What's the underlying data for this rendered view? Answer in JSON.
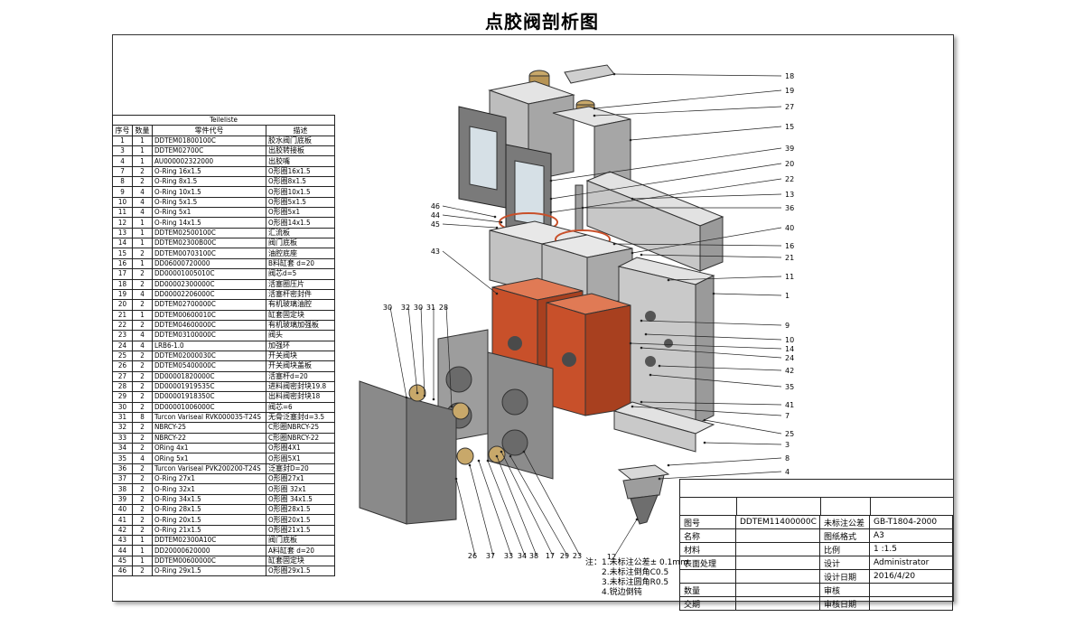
{
  "title": "点胶阀剖析图",
  "parts_table": {
    "caption": "Teileliste",
    "headers": [
      "序号",
      "数量",
      "零件代号",
      "描述"
    ],
    "rows": [
      [
        "1",
        "1",
        "DDTEM01800100C",
        "胶水阀门底板"
      ],
      [
        "3",
        "1",
        "DDTEM02700C",
        "出胶转接板"
      ],
      [
        "4",
        "1",
        "AU000002322000",
        "出胶嘴"
      ],
      [
        "7",
        "2",
        "O-Ring 16x1.5",
        "O形圈16x1.5"
      ],
      [
        "8",
        "2",
        "O-Ring 8x1.5",
        "O形圈8x1.5"
      ],
      [
        "9",
        "4",
        "O-Ring 10x1.5",
        "O形圈10x1.5"
      ],
      [
        "10",
        "4",
        "O-Ring 5x1.5",
        "O形圈5x1.5"
      ],
      [
        "11",
        "4",
        "O-Ring 5x1",
        "O形圈5x1"
      ],
      [
        "12",
        "1",
        "O-Ring 14x1.5",
        "O形圈14x1.5"
      ],
      [
        "13",
        "1",
        "DDTEM02500100C",
        "汇流板"
      ],
      [
        "14",
        "1",
        "DDTEM02300B00C",
        "阀门底板"
      ],
      [
        "15",
        "2",
        "DDTEM00703100C",
        "油腔底座"
      ],
      [
        "16",
        "1",
        "DD06000720000",
        "B料缸套 d=20"
      ],
      [
        "17",
        "2",
        "DD00001005010C",
        "阀芯d=5"
      ],
      [
        "18",
        "2",
        "DD00002300000C",
        "活塞圈压片"
      ],
      [
        "19",
        "4",
        "DD00002206000C",
        "活塞杆密封件"
      ],
      [
        "20",
        "2",
        "DDTEM02700000C",
        "有机玻璃油腔"
      ],
      [
        "21",
        "1",
        "DDTEM00600010C",
        "缸套固定块"
      ],
      [
        "22",
        "2",
        "DDTEM04600000C",
        "有机玻璃加强板"
      ],
      [
        "23",
        "4",
        "DDTEM03100000C",
        "阀头"
      ],
      [
        "24",
        "4",
        "LRB6-1.0",
        "加强环"
      ],
      [
        "25",
        "2",
        "DDTEM02000030C",
        "开关阀块"
      ],
      [
        "26",
        "2",
        "DDTEM05400000C",
        "开关阀块盖板"
      ],
      [
        "27",
        "2",
        "DD00001820000C",
        "活塞杆d=20"
      ],
      [
        "28",
        "2",
        "DD00001919535C",
        "进料阀密封块19.8"
      ],
      [
        "29",
        "2",
        "DD00001918350C",
        "出料阀密封块18"
      ],
      [
        "30",
        "2",
        "DD00001006000C",
        "阀芯=6"
      ],
      [
        "31",
        "8",
        "Turcon Variseal RVK000035-T24S",
        "无骨泛塞封d=3.5"
      ],
      [
        "32",
        "2",
        "NBRCY-25",
        "C形圈NBRCY-25"
      ],
      [
        "33",
        "2",
        "NBRCY-22",
        "C形圈NBRCY-22"
      ],
      [
        "34",
        "2",
        "ORing 4x1",
        "O形圈4X1"
      ],
      [
        "35",
        "4",
        "ORing 5x1",
        "O形圈5X1"
      ],
      [
        "36",
        "2",
        "Turcon Variseal PVK200200-T24S",
        "泛塞封D=20"
      ],
      [
        "37",
        "2",
        "O-Ring 27x1",
        "O形圈27x1"
      ],
      [
        "38",
        "2",
        "O-Ring 32x1",
        "O形圈 32x1"
      ],
      [
        "39",
        "2",
        "O-Ring 34x1.5",
        "O形圈 34x1.5"
      ],
      [
        "40",
        "2",
        "O-Ring 28x1.5",
        "O形圈28x1.5"
      ],
      [
        "41",
        "2",
        "O-Ring 20x1.5",
        "O形圈20x1.5"
      ],
      [
        "42",
        "2",
        "O-Ring 21x1.5",
        "O形圈21x1.5"
      ],
      [
        "43",
        "1",
        "DDTEM02300A10C",
        "阀门底板"
      ],
      [
        "44",
        "1",
        "DD20000620000",
        "A料缸套 d=20"
      ],
      [
        "45",
        "1",
        "DDTEM00600000C",
        "缸套固定块"
      ],
      [
        "46",
        "2",
        "O-Ring 29x1.5",
        "O形圈29x1.5"
      ]
    ]
  },
  "title_block": {
    "rows": [
      [
        "图号",
        "DDTEM11400000C",
        "未标注公差",
        "GB-T1804-2000"
      ],
      [
        "名称",
        "",
        "图纸格式",
        "A3"
      ],
      [
        "材料",
        "",
        "比例",
        "1 :1.5"
      ],
      [
        "表面处理",
        "",
        "设计",
        "Administrator"
      ],
      [
        "",
        "",
        "设计日期",
        "2016/4/20"
      ],
      [
        "数量",
        "",
        "审核",
        ""
      ],
      [
        "交期",
        "",
        "审核日期",
        ""
      ]
    ]
  },
  "notes": [
    "注：1.未标注公差± 0.1mm",
    "2.未标注倒角C0.5",
    "3.未标注圆角R0.5",
    "4.锐边倒钝"
  ],
  "callouts": {
    "right": [
      "18",
      "19",
      "27",
      "15",
      "39",
      "20",
      "22",
      "13",
      "36",
      "40",
      "16",
      "21",
      "11",
      "1",
      "9",
      "10",
      "14",
      "24",
      "42",
      "35",
      "41",
      "7",
      "25",
      "3",
      "8",
      "4"
    ],
    "left_top": [
      "46",
      "44",
      "45",
      "43"
    ],
    "left_mid": [
      "30",
      "32",
      "30",
      "31",
      "28"
    ],
    "bottom": [
      "26",
      "37",
      "33",
      "34",
      "38",
      "17",
      "29",
      "23",
      "12"
    ]
  },
  "colors": {
    "orange_block": "#c8502a",
    "gray_block": "#c9c9c9",
    "dark_gray": "#6e6e6e",
    "brass": "#c8a86a"
  }
}
